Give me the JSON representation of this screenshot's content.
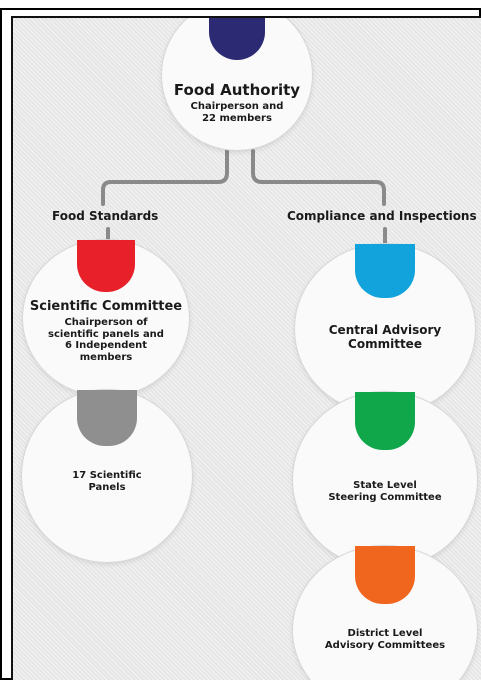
{
  "root": {
    "title": "Food Authority",
    "subtitle": "Chairperson and\n22 members",
    "color": "#2b2a72"
  },
  "branches": {
    "left_label": "Food Standards",
    "right_label": "Compliance and Inspections"
  },
  "left": [
    {
      "title": "Scientific Committee",
      "subtitle": "Chairperson of\nscientific panels and\n6 Independent\nmembers",
      "color": "#e8202a"
    },
    {
      "title": "",
      "subtitle": "17 Scientific\nPanels",
      "color": "#8f8f8f"
    }
  ],
  "right": [
    {
      "title": "",
      "subtitle": "Central Advisory\nCommittee",
      "color": "#12a3dc"
    },
    {
      "title": "",
      "subtitle": "State Level\nSteering Committee",
      "color": "#10a64a"
    },
    {
      "title": "",
      "subtitle": "District Level\nAdvisory Committees",
      "color": "#f0661e"
    }
  ]
}
